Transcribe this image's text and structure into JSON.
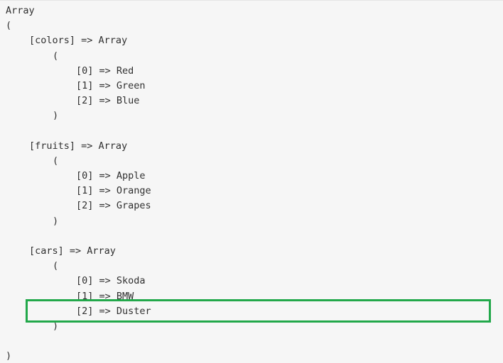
{
  "output": {
    "root_label": "Array",
    "open_paren": "(",
    "close_paren": ")",
    "groups": [
      {
        "key_line": "[colors] => Array",
        "open": "(",
        "items": [
          "[0] => Red",
          "[1] => Green",
          "[2] => Blue"
        ],
        "close": ")"
      },
      {
        "key_line": "[fruits] => Array",
        "open": "(",
        "items": [
          "[0] => Apple",
          "[1] => Orange",
          "[2] => Grapes"
        ],
        "close": ")"
      },
      {
        "key_line": "[cars] => Array",
        "open": "(",
        "items": [
          "[0] => Skoda",
          "[1] => BMW",
          "[2] => Duster"
        ],
        "close": ")"
      }
    ]
  },
  "highlight": {
    "target": "[2] => Duster",
    "color": "#22a84a"
  }
}
